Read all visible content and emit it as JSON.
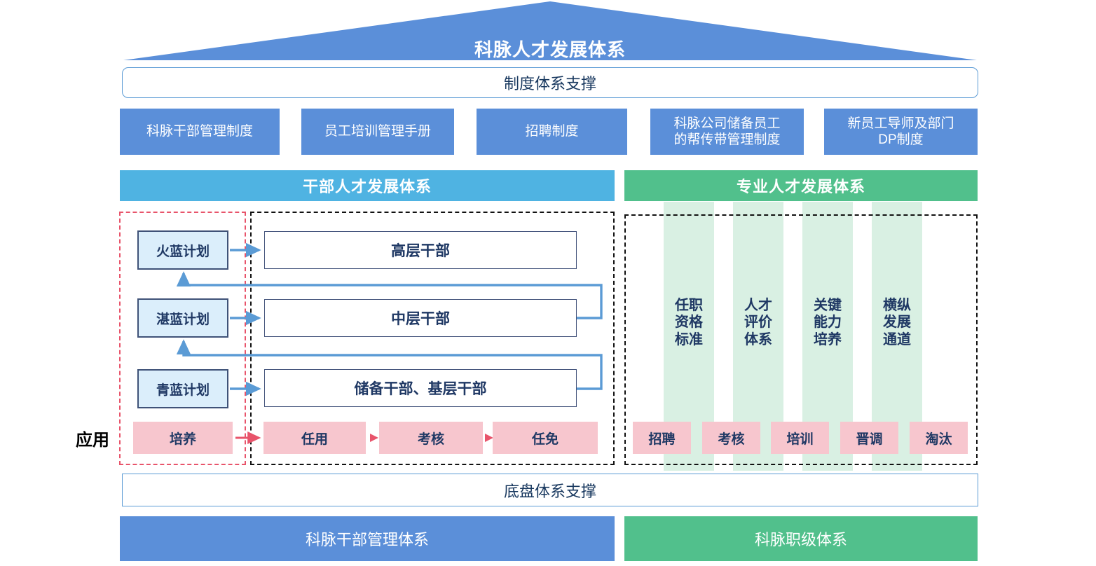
{
  "title": "科脉人才发展体系",
  "colors": {
    "roof_blue": "#5b8fd9",
    "policy_blue": "#5b8fd9",
    "left_header_blue": "#4fb3e2",
    "right_header_green": "#51c08c",
    "plan_fill": "#dbeefb",
    "plan_border": "#3f5278",
    "level_border": "#44547c",
    "pink_chip": "#f7c6ce",
    "green_stripe": "#d9f0e3",
    "support_border": "#5b9bd5",
    "dash_red": "#e8546b",
    "dash_black": "#111111",
    "arrow_blue": "#5b9bd5",
    "arrow_red": "#e8546b",
    "text_navy": "#1f3864"
  },
  "system_support": {
    "label": "制度体系支撑"
  },
  "policies": [
    {
      "label": "科脉干部管理制度"
    },
    {
      "label": "员工培训管理手册"
    },
    {
      "label": "招聘制度"
    },
    {
      "label": "科脉公司储备员工\n的帮传带管理制度"
    },
    {
      "label": "新员工导师及部门\nDP制度"
    }
  ],
  "sections": {
    "left": {
      "header": "干部人才发展体系",
      "plans": [
        {
          "label": "火蓝计划"
        },
        {
          "label": "湛蓝计划"
        },
        {
          "label": "青蓝计划"
        }
      ],
      "levels": [
        {
          "label": "高层干部"
        },
        {
          "label": "中层干部"
        },
        {
          "label": "储备干部、基层干部"
        }
      ],
      "applications": [
        {
          "label": "培养"
        },
        {
          "label": "任用"
        },
        {
          "label": "考核"
        },
        {
          "label": "任免"
        }
      ]
    },
    "right": {
      "header": "专业人才发展体系",
      "pillars": [
        {
          "label": "任职\n资格\n标准"
        },
        {
          "label": "人才\n评价\n体系"
        },
        {
          "label": "关键\n能力\n培养"
        },
        {
          "label": "横纵\n发展\n通道"
        }
      ],
      "applications": [
        {
          "label": "招聘"
        },
        {
          "label": "考核"
        },
        {
          "label": "培训"
        },
        {
          "label": "晋调"
        },
        {
          "label": "淘汰"
        }
      ]
    }
  },
  "apply_label": "应用",
  "base_support": {
    "label": "底盘体系支撑"
  },
  "footers": [
    {
      "label": "科脉干部管理体系"
    },
    {
      "label": "科脉职级体系"
    }
  ]
}
